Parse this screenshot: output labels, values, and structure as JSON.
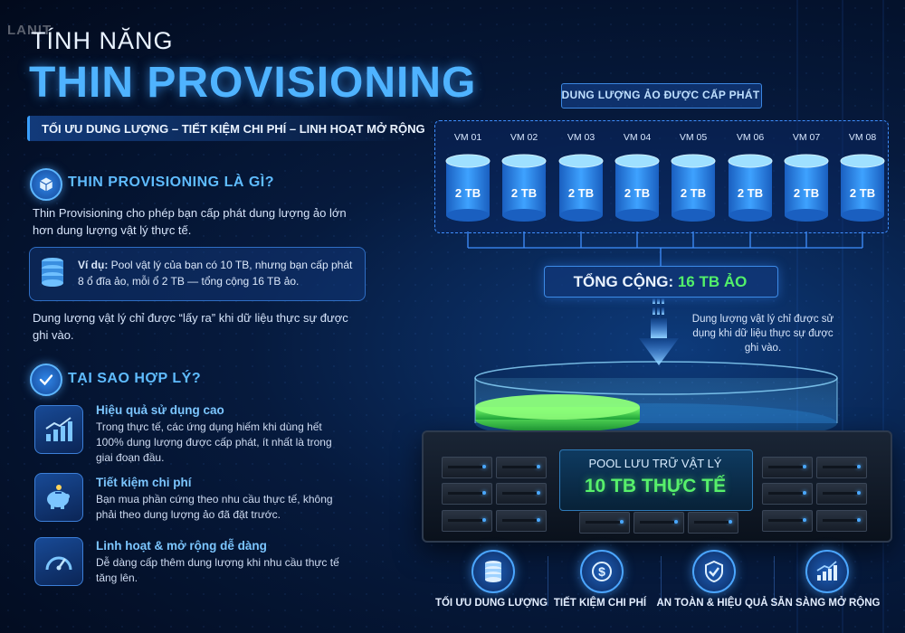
{
  "brand": {
    "logo": "LANIT"
  },
  "header": {
    "title_small": "TÍNH NĂNG",
    "title_big": "THIN PROVISIONING",
    "subtitle": "TỐI ƯU DUNG LƯỢNG – TIẾT KIỆM CHI PHÍ – LINH HOẠT MỞ RỘNG"
  },
  "what": {
    "title": "THIN PROVISIONING LÀ GÌ?",
    "desc": "Thin Provisioning cho phép bạn cấp phát dung lượng ảo lớn hơn dung lượng vật lý thực tế.",
    "example_label": "Ví dụ:",
    "example_text": "Pool vật lý của bạn có 10 TB, nhưng bạn cấp phát 8 ổ đĩa ảo, mỗi ổ 2 TB — tổng cộng 16 TB ảo.",
    "note": "Dung lượng vật lý chỉ được “lấy ra” khi dữ liệu thực sự được ghi vào."
  },
  "why": {
    "title": "TẠI SAO HỢP LÝ?",
    "items": [
      {
        "icon": "chart-icon",
        "title": "Hiệu quả sử dụng cao",
        "text": "Trong thực tế, các ứng dụng hiếm khi dùng hết 100% dung lượng được cấp phát, ít nhất là trong giai đoạn đầu."
      },
      {
        "icon": "piggy-bank-icon",
        "title": "Tiết kiệm chi phí",
        "text": "Bạn mua phần cứng theo nhu cầu thực tế, không phải theo dung lượng ảo đã đặt trước."
      },
      {
        "icon": "gauge-icon",
        "title": "Linh hoạt & mở rộng dễ dàng",
        "text": "Dễ dàng cấp thêm dung lượng khi nhu cầu thực tế tăng lên."
      }
    ]
  },
  "virtual": {
    "title": "DUNG LƯỢNG ẢO ĐƯỢC CẤP PHÁT",
    "vms": [
      {
        "label": "VM 01",
        "cap": "2 TB"
      },
      {
        "label": "VM 02",
        "cap": "2 TB"
      },
      {
        "label": "VM 03",
        "cap": "2 TB"
      },
      {
        "label": "VM 04",
        "cap": "2 TB"
      },
      {
        "label": "VM 05",
        "cap": "2 TB"
      },
      {
        "label": "VM 06",
        "cap": "2 TB"
      },
      {
        "label": "VM 07",
        "cap": "2 TB"
      },
      {
        "label": "VM 08",
        "cap": "2 TB"
      }
    ],
    "total_label": "TỔNG CỘNG:",
    "total_value": "16 TB ẢO",
    "flow_note": "Dung lượng vật lý chỉ được sử dụng khi dữ liệu thực sự được ghi vào."
  },
  "pool": {
    "line1": "POOL LƯU TRỮ VẬT LÝ",
    "line2": "10 TB THỰC TẾ",
    "fill_fraction": 0.35
  },
  "benefits": [
    {
      "icon": "database-icon",
      "label": "TỐI ƯU DUNG LƯỢNG"
    },
    {
      "icon": "dollar-icon",
      "label": "TIẾT KIỆM CHI PHÍ"
    },
    {
      "icon": "shield-check-icon",
      "label": "AN TOÀN & HIỆU QUẢ"
    },
    {
      "icon": "growth-chart-icon",
      "label": "SẴN SÀNG MỞ RỘNG"
    }
  ],
  "colors": {
    "accent": "#4fb3ff",
    "green": "#52f06a",
    "bg": "#061a3d"
  }
}
